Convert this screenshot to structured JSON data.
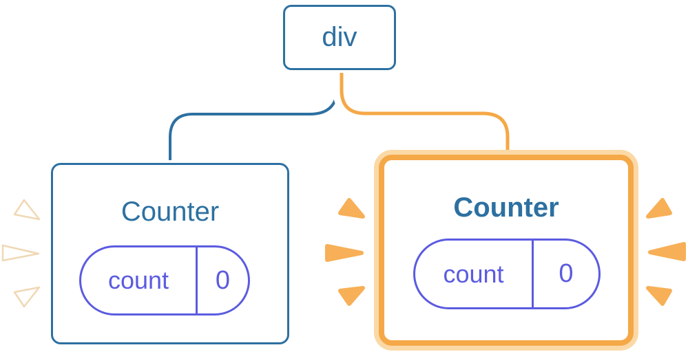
{
  "diagram": {
    "description": "React component tree diagram: a div root with two Counter children holding count state; the right Counter is highlighted",
    "root_node": {
      "label": "div"
    },
    "left_node": {
      "title": "Counter",
      "state_key": "count",
      "state_value": "0",
      "highlighted": false
    },
    "right_node": {
      "title": "Counter",
      "state_key": "count",
      "state_value": "0",
      "highlighted": true
    },
    "colors": {
      "blue": "#2d70a1",
      "purple": "#5b5be0",
      "orange": "#f5a847",
      "orange_light": "#fbd9a6",
      "orange_spark": "#f7b057",
      "spark_outline": "#f0d8b4",
      "white": "#ffffff"
    }
  }
}
